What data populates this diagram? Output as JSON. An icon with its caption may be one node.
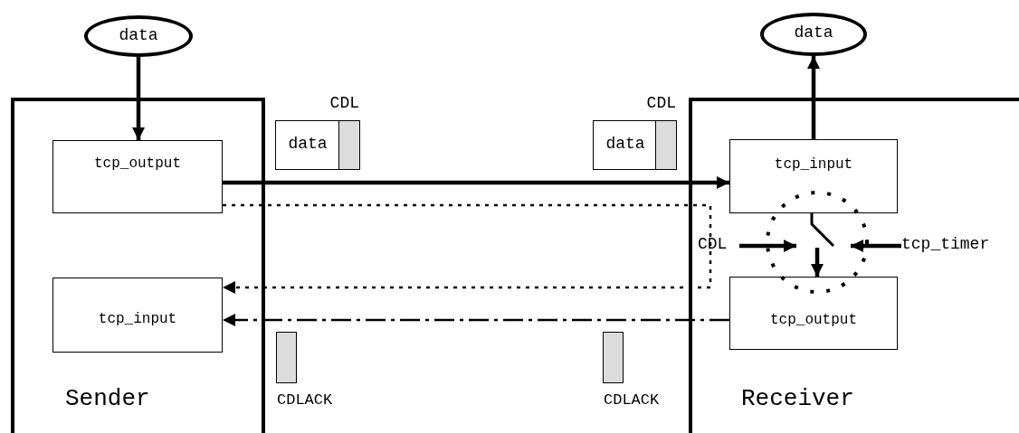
{
  "diagram": {
    "nodes": [
      {
        "text": [
          "data"
        ]
      },
      {
        "text": [
          "data"
        ]
      },
      {
        "text": [
          "Sender"
        ]
      },
      {
        "text": [
          "tcp_output"
        ],
        "in": 2
      },
      {
        "text": [
          "tcp_input"
        ],
        "in": 2
      },
      {
        "text": [
          "data"
        ],
        "beside": [
          "CDL"
        ]
      },
      {
        "text": [
          "data"
        ],
        "beside": [
          "CDL"
        ]
      },
      {
        "text": [
          "Receiver"
        ]
      },
      {
        "text": [
          "tcp_input"
        ],
        "in": 7
      },
      {
        "text": [
          "CDL"
        ],
        "in": 7
      },
      {
        "text": [],
        "shape": "circle",
        "in": 7
      },
      {
        "text": [
          "tcp_timer"
        ],
        "in": 7
      },
      {
        "text": [
          "tcp_output"
        ],
        "in": 7
      },
      {
        "text": [],
        "shape": "box",
        "beside": [
          "CDLACK"
        ]
      },
      {
        "text": [],
        "shape": "box",
        "beside": [
          "CDLACK"
        ]
      }
    ],
    "edges": [
      {
        "from": 0,
        "to": 3,
        "arrow": "to"
      },
      {
        "from": 3,
        "to": 8,
        "arrow": "to"
      },
      {
        "from": 3,
        "to": 4,
        "arrow": "to",
        "style": "dashed"
      },
      {
        "from": 12,
        "to": 4,
        "arrow": "to",
        "style": "dashed"
      },
      {
        "from": 8,
        "to": 1,
        "arrow": "to"
      },
      {
        "from": 8,
        "to": 10,
        "arrow": "none"
      },
      {
        "from": 9,
        "to": 10,
        "arrow": "to"
      },
      {
        "from": 11,
        "to": 10,
        "arrow": "to"
      },
      {
        "from": 10,
        "to": 12,
        "arrow": "to"
      }
    ]
  }
}
